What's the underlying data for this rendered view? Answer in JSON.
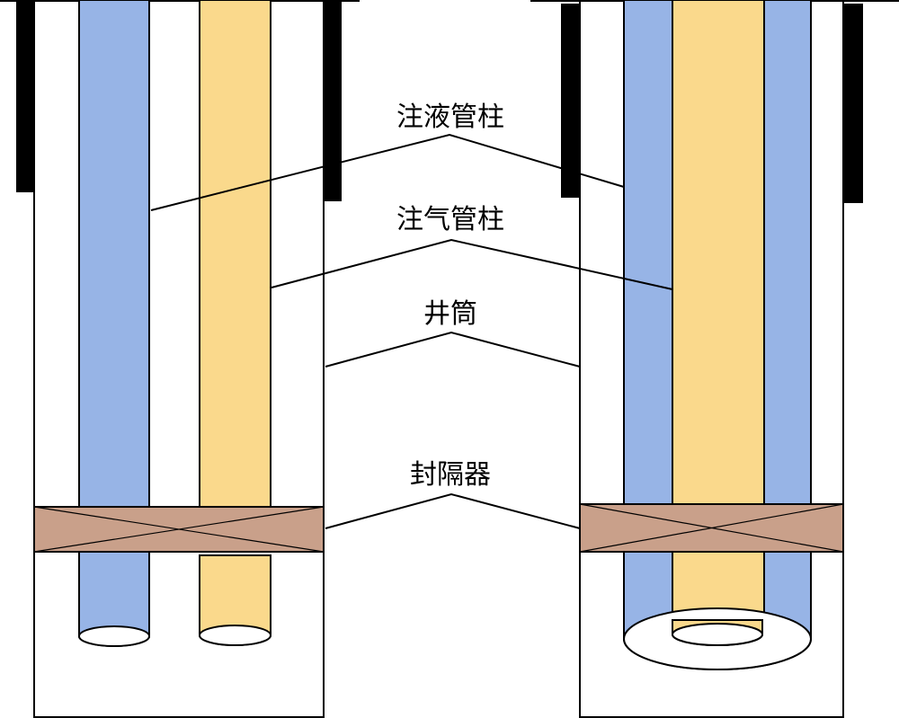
{
  "labels": {
    "liquid_tubing": "注液管柱",
    "gas_tubing": "注气管柱",
    "wellbore": "井筒",
    "packer": "封隔器"
  },
  "colors": {
    "liquid_tubing": "#97b4e6",
    "gas_tubing": "#fad98c",
    "packer": "#c9a08a",
    "casing": "#000000",
    "outline": "#000000",
    "background": "#ffffff"
  }
}
